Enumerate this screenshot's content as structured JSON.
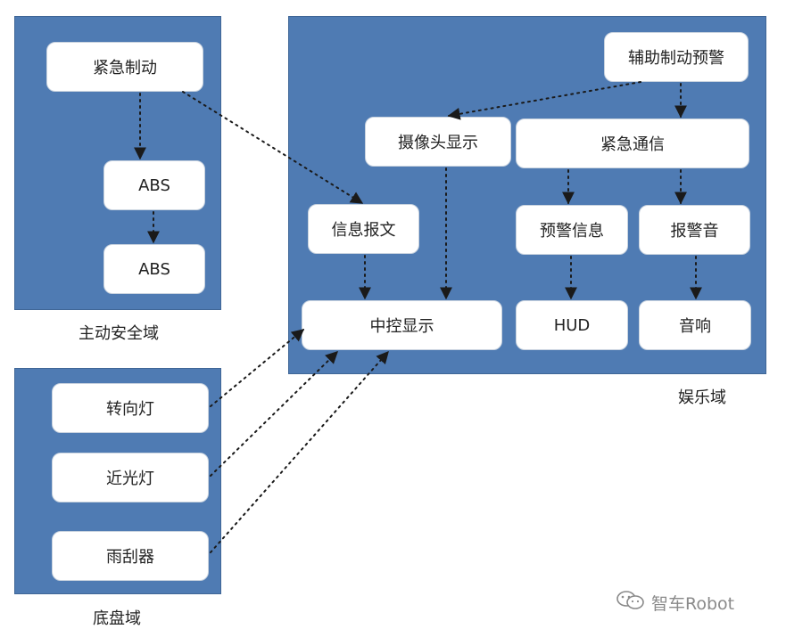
{
  "domains": {
    "active_safety": {
      "label": "主动安全域"
    },
    "entertainment": {
      "label": "娱乐域"
    },
    "chassis": {
      "label": "底盘域"
    }
  },
  "nodes": {
    "emergency_brake": "紧急制动",
    "abs_1": "ABS",
    "abs_2": "ABS",
    "assist_brake_warning": "辅助制动预警",
    "camera_display": "摄像头显示",
    "emergency_comm": "紧急通信",
    "info_message": "信息报文",
    "warning_info": "预警信息",
    "alarm_sound": "报警音",
    "center_display": "中控显示",
    "hud": "HUD",
    "speaker": "音响",
    "turn_signal": "转向灯",
    "low_beam": "近光灯",
    "wiper": "雨刮器"
  },
  "watermark": {
    "text": "智车Robot",
    "icon": "wechat-icon"
  },
  "colors": {
    "domain_fill": "#4f7bb3",
    "node_fill": "#ffffff",
    "arrow": "#1a1a1a"
  }
}
